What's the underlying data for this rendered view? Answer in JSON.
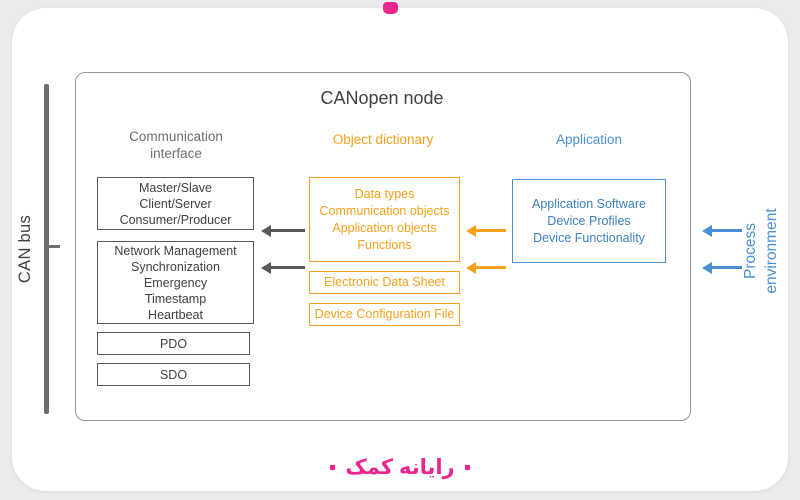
{
  "title": "CANopen node",
  "can_bus_label": "CAN bus",
  "headers": {
    "communication": "Communication\ninterface",
    "object_dictionary": "Object dictionary",
    "application": "Application"
  },
  "communication_boxes": {
    "roles": "Master/Slave\nClient/Server\nConsumer/Producer",
    "services": "Network Management\nSynchronization\nEmergency\nTimestamp\nHeartbeat",
    "pdo": "PDO",
    "sdo": "SDO"
  },
  "object_dictionary_boxes": {
    "contents": "Data types\nCommunication objects\nApplication objects\nFunctions",
    "eds": "Electronic Data Sheet",
    "dcf": "Device Configuration File"
  },
  "application_box": {
    "contents": "Application Software\nDevice Profiles\nDevice Functionality"
  },
  "process_environment_label": "Process\nenvironment",
  "logo": {
    "text": "رایانه کمک"
  },
  "colors": {
    "gray": "#58595b",
    "orange": "#f7a11c",
    "blue": "#4a8fd3",
    "pink": "#ec268f",
    "bus_bar": "#6d6e71"
  }
}
